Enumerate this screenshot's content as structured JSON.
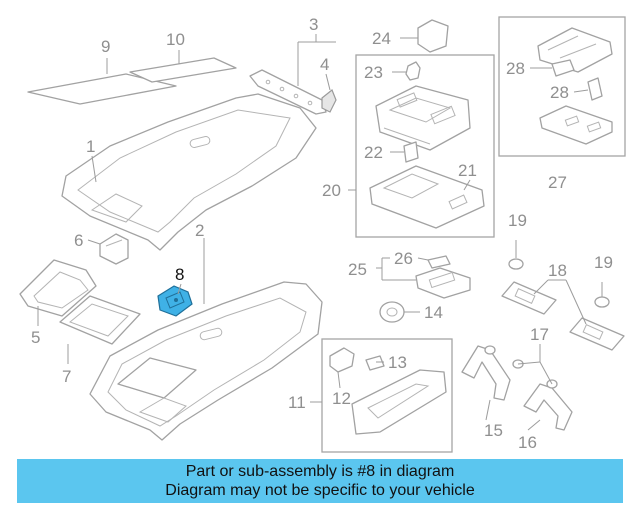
{
  "diagram": {
    "highlighted_part": "8",
    "highlight_color": "#3fb1e6",
    "callouts": {
      "p1": "1",
      "p2": "2",
      "p3": "3",
      "p4": "4",
      "p5": "5",
      "p6": "6",
      "p7": "7",
      "p8": "8",
      "p9": "9",
      "p10": "10",
      "p11": "11",
      "p12": "12",
      "p13": "13",
      "p14": "14",
      "p15": "15",
      "p16": "16",
      "p17": "17",
      "p18": "18",
      "p19a": "19",
      "p19b": "19",
      "p20": "20",
      "p21": "21",
      "p22": "22",
      "p23": "23",
      "p24": "24",
      "p25": "25",
      "p26": "26",
      "p27": "27",
      "p28a": "28",
      "p28b": "28"
    }
  },
  "banner": {
    "line1": "Part or sub-assembly is #8 in diagram",
    "line2": "Diagram may not be specific to your vehicle",
    "color": "#5bc6ef"
  }
}
